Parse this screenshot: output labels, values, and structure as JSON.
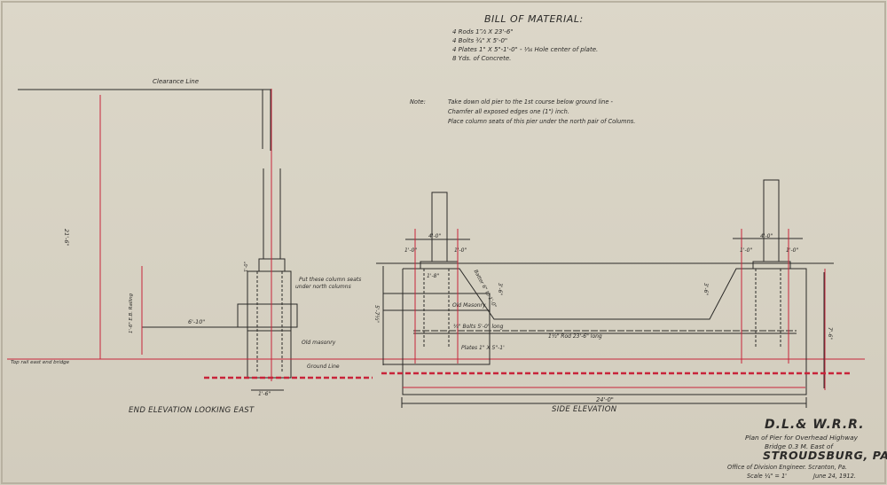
{
  "bill_of_material": {
    "title": "BILL OF MATERIAL:",
    "items": [
      "4 Rods 1‴⁄₂ X 23'-6\"",
      "4 Bolts ¾\" X 5'-0\"",
      "4 Plates 1\" X 5\"-1'-0\" - ¹⁄₁₆ Hole center of plate.",
      "8 Yds. of Concrete."
    ]
  },
  "note": {
    "label": "Note:",
    "lines": [
      "Take down old pier to the 1st course below ground line -",
      "Chamfer all exposed edges one (1\") inch.",
      "Place column seats of this pier under the north pair of Columns."
    ]
  },
  "end_elevation": {
    "clearance_label": "Clearance Line",
    "height_dim": "21'-6\"",
    "rail_label": "Top rail east end bridge",
    "base_dim": "1'-6\"",
    "offset_dim": "6'-10\"",
    "vertical_label": "1'-6\" E.B. Railing",
    "column_seat_note_1": "Put these column seats",
    "column_seat_note_2": "under north columns",
    "old_masonry": "Old masonry",
    "ground_line": "Ground Line",
    "small_dim": "1'-0\"",
    "caption": "END ELEVATION LOOKING EAST"
  },
  "side_elevation": {
    "dim_4ft_left": "4'-0\"",
    "dim_1ft_a": "1'-0\"",
    "dim_1ft_b": "1'-0\"",
    "dim_1ft_8": "1'-8\"",
    "dim_4ft_right": "4'-0\"",
    "dim_1ft_c": "1'-0\"",
    "dim_1ft_d": "1'-0\"",
    "batter": "Batter 6\" to 1'-0\"",
    "dim_3ft_left": "3'-6\"",
    "dim_3ft_right": "3'-6\"",
    "dim_5ft": "5'-7½\"",
    "dim_7ft": "7'-6\"",
    "old_masonry": "Old Masonry",
    "bolts": "¾\" Bolts 5'-0\" long",
    "rod": "1½\" Rod 23'-6\" long",
    "plates": "Plates 1\" X 5\"-1'",
    "overall": "24'-0\"",
    "caption": "SIDE ELEVATION"
  },
  "title_block": {
    "company": "D.L.& W.R.R.",
    "line1": "Plan of Pier for Overhead Highway",
    "line2": "Bridge 0.3 M. East of",
    "town": "STROUDSBURG, PA.",
    "office": "Office of Division Engineer.   Scranton, Pa.",
    "scale": "Scale ¼\" = 1'",
    "date": "June 24, 1912."
  },
  "colors": {
    "ink": "#2b2a28",
    "red": "#c8243a",
    "paper": "#d9d3c4"
  }
}
